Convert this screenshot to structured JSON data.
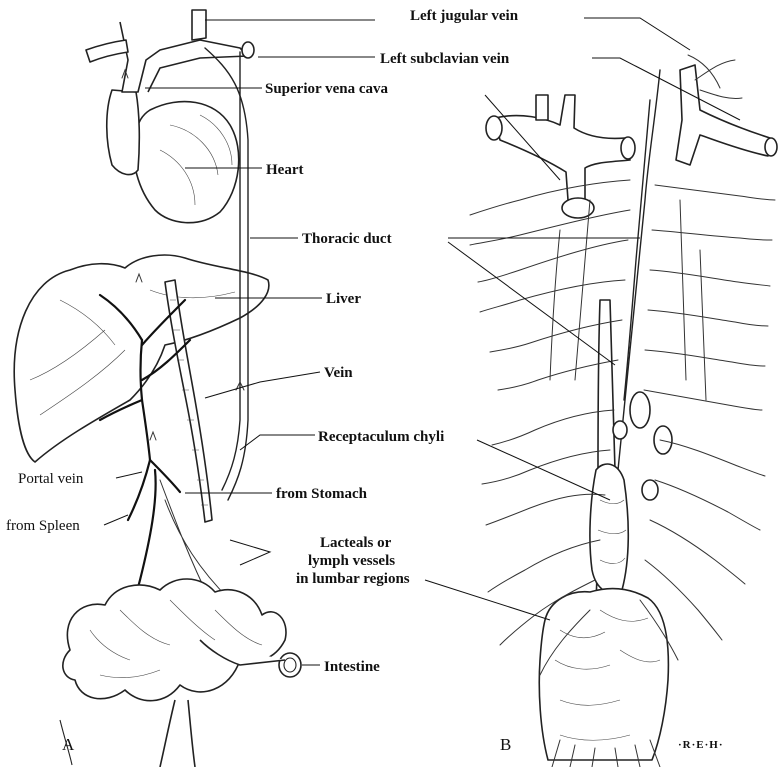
{
  "labels": {
    "left_jugular_vein": "Left jugular vein",
    "left_subclavian_vein": "Left subclavian vein",
    "superior_vena_cava": "Superior vena cava",
    "heart": "Heart",
    "thoracic_duct": "Thoracic duct",
    "liver": "Liver",
    "vein": "Vein",
    "receptaculum_chyli": "Receptaculum chyli",
    "portal_vein": "Portal vein",
    "from_stomach": "from Stomach",
    "from_spleen": "from Spleen",
    "lacteals_line1": "Lacteals or",
    "lacteals_line2": "lymph vessels",
    "lacteals_line3": "in lumbar regions",
    "intestine": "Intestine"
  },
  "panels": {
    "a": "A",
    "b": "B"
  },
  "signature": "·R·E·H·"
}
